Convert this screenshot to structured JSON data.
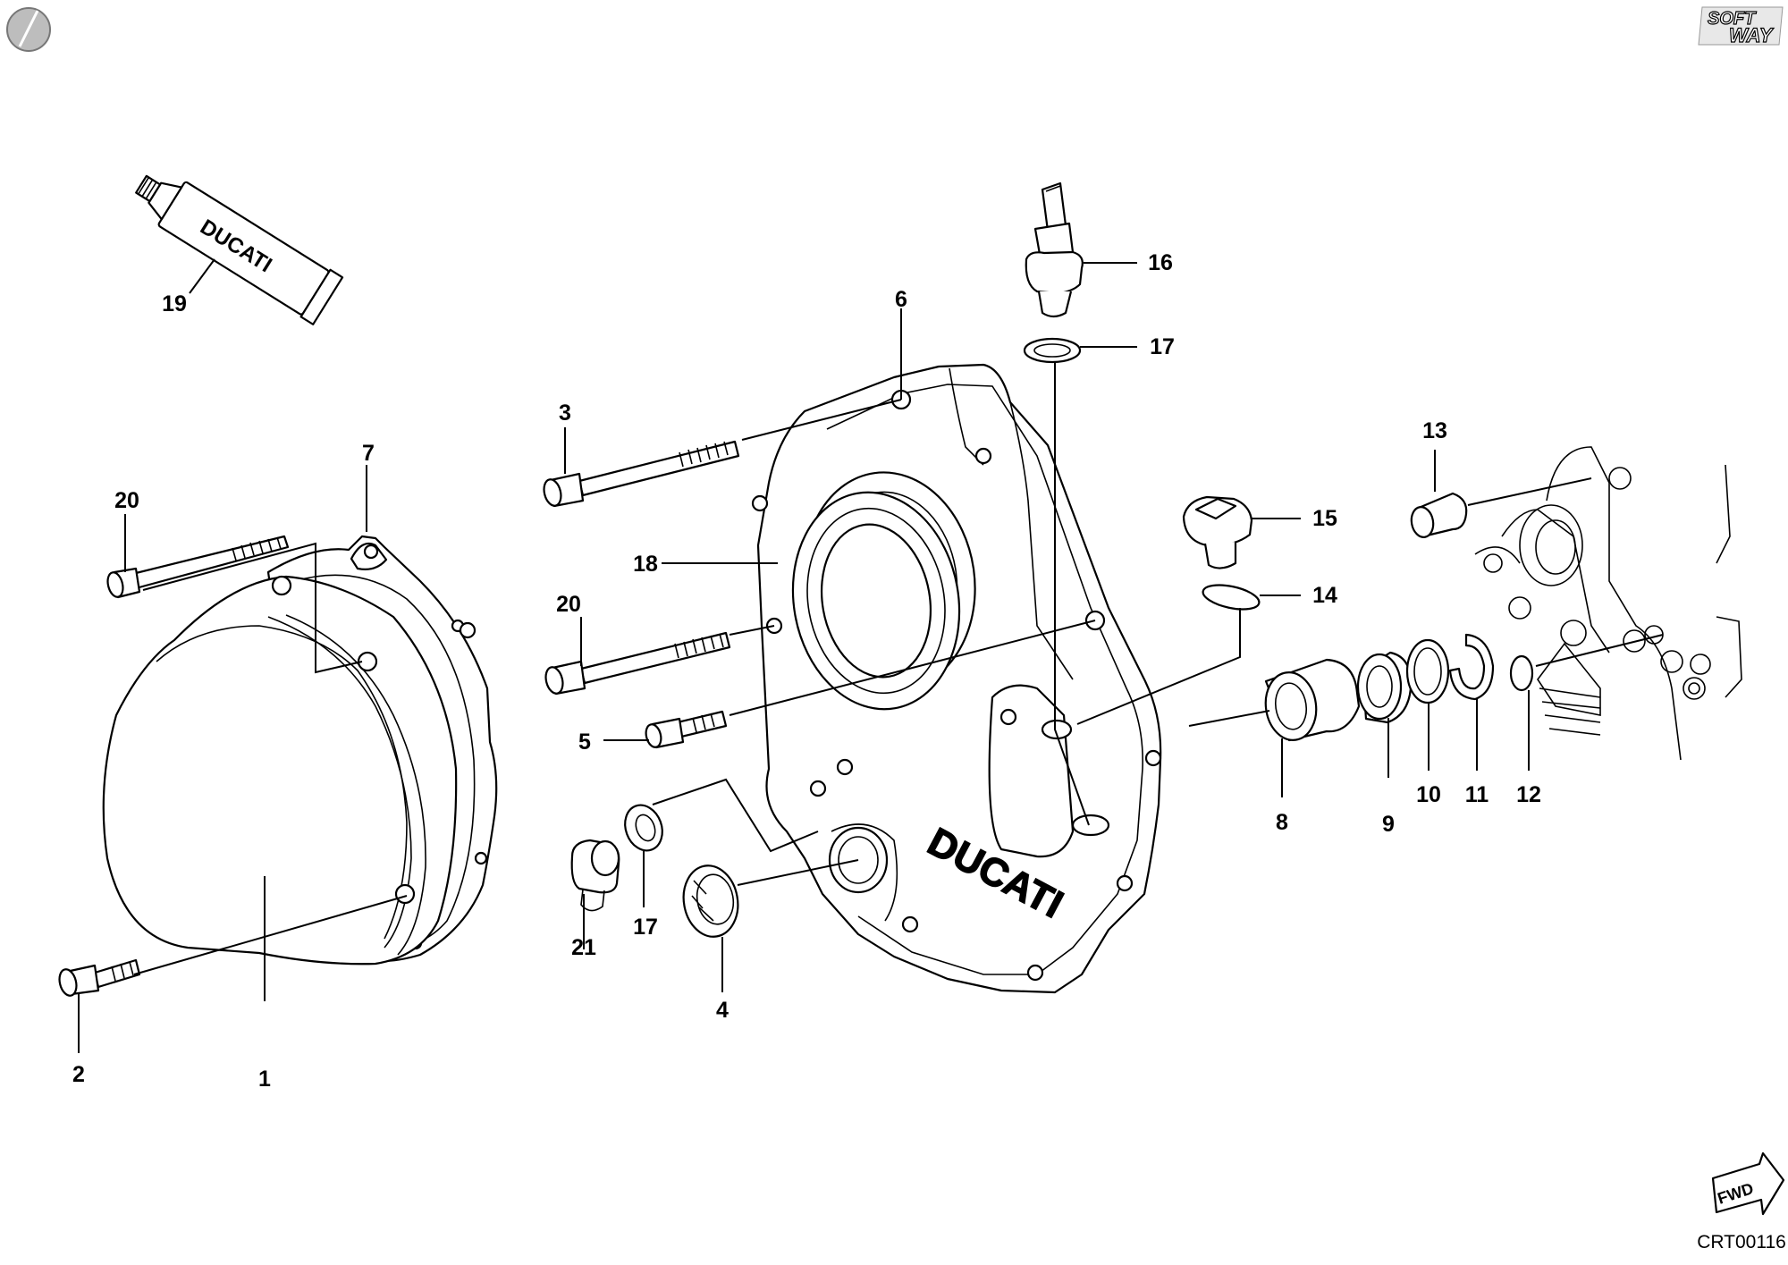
{
  "diagram": {
    "drawing_code": "CRT00116",
    "watermark_logo": {
      "line1": "SOFT",
      "line2": "WAY"
    },
    "direction_badge": "FWD",
    "tube_brand": "DUCATI",
    "cover_brand": "DUCATI",
    "callouts": [
      "1",
      "2",
      "3",
      "4",
      "5",
      "6",
      "7",
      "8",
      "9",
      "10",
      "11",
      "12",
      "13",
      "14",
      "15",
      "16",
      "17",
      "17",
      "18",
      "19",
      "20",
      "20",
      "21"
    ]
  }
}
